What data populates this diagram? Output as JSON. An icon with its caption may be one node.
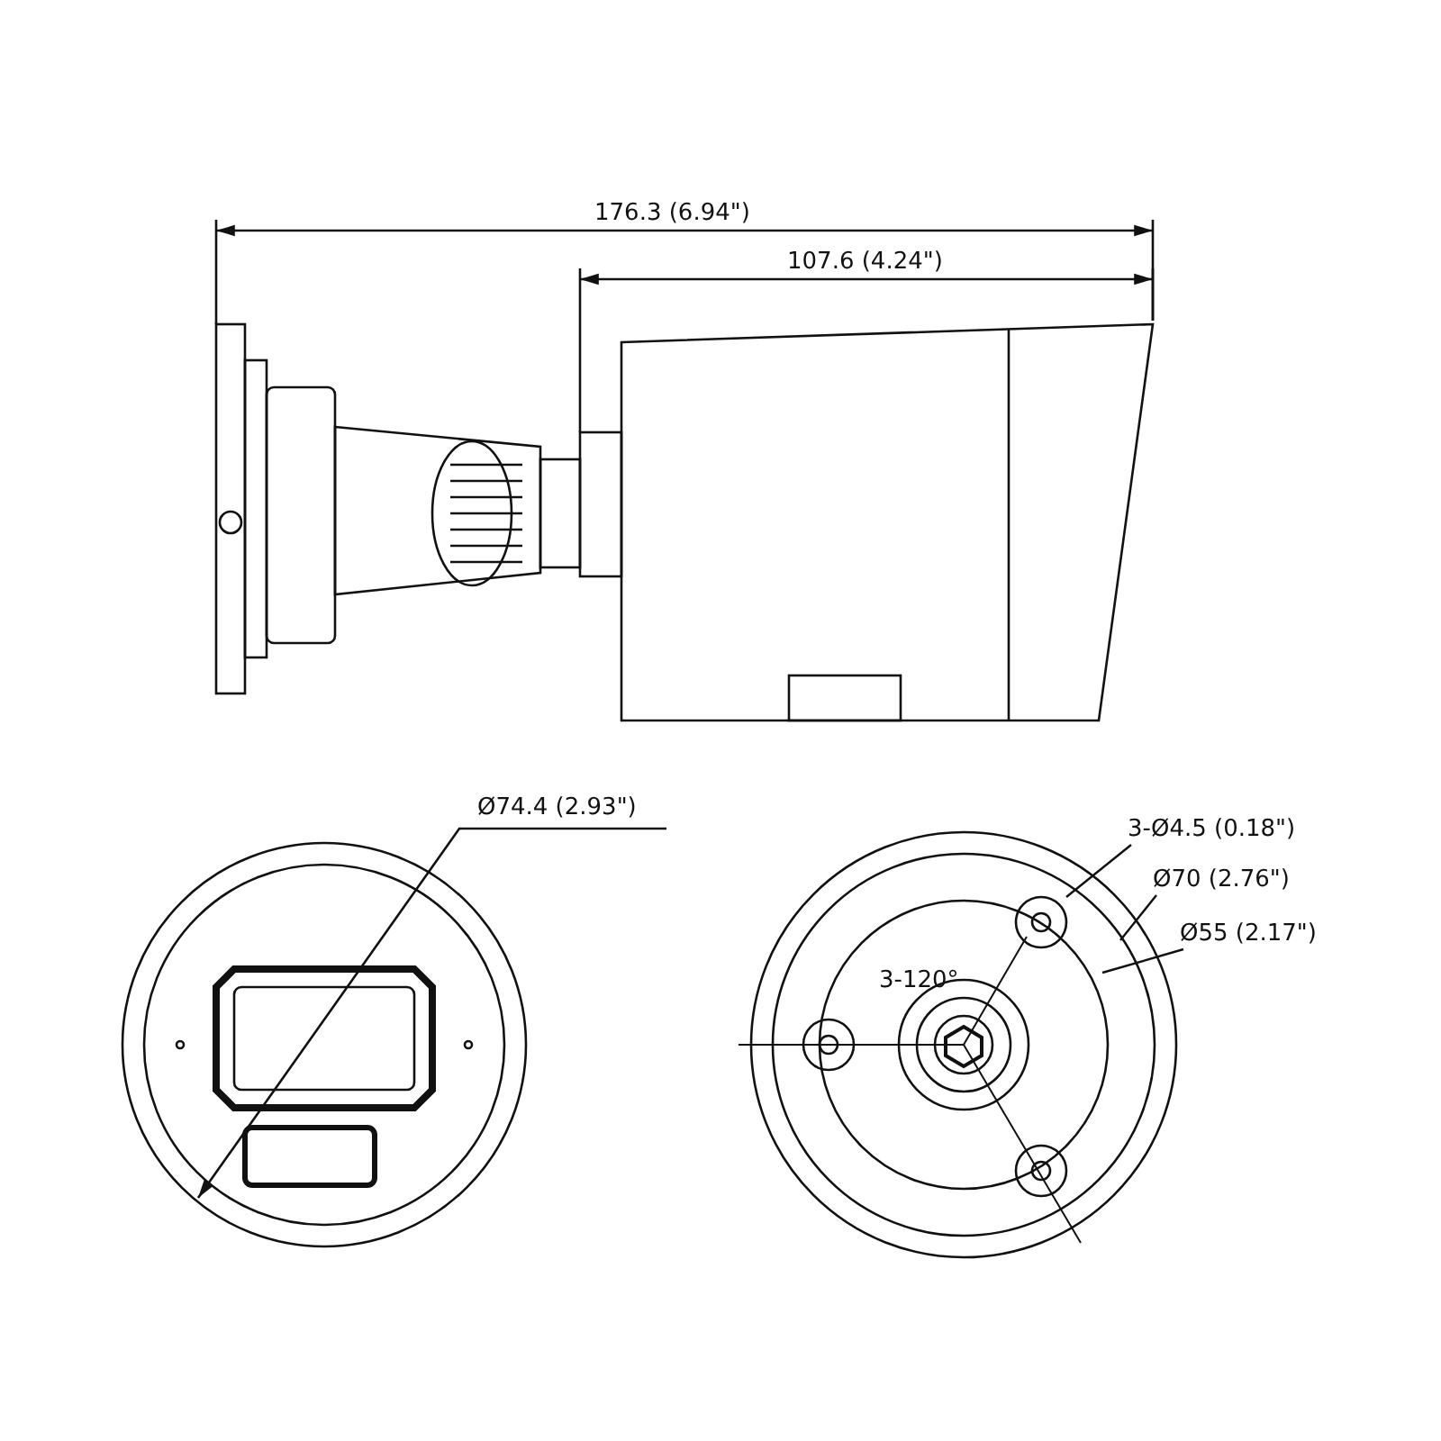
{
  "diagram": {
    "nodes": [
      {
        "text": [
          "3-Ø4.5 (0.18\")"
        ]
      },
      {
        "text": [
          "Ø70 (2.76\")"
        ]
      },
      {
        "text": [
          "Ø55 (2.17\")"
        ]
      }
    ],
    "edges": [
      {
        "from": 0,
        "to": null,
        "arrow": "none"
      },
      {
        "from": 1,
        "to": null,
        "arrow": "none"
      },
      {
        "from": 2,
        "to": null,
        "arrow": "none"
      }
    ],
    "labels": [
      "176.3 (6.94\")",
      "107.6 (4.24\")",
      "Ø74.4 (2.93\")",
      "3-120°"
    ]
  }
}
